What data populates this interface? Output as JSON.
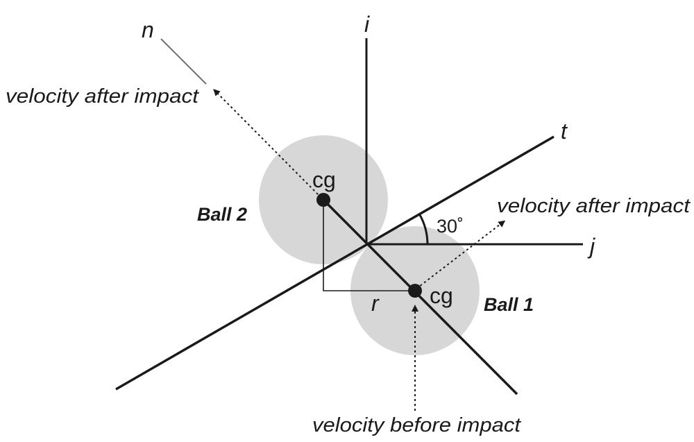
{
  "axes": {
    "i": "i",
    "j": "j",
    "t": "t",
    "n": "n"
  },
  "labels": {
    "velocity_after_impact_ball2": "velocity after impact",
    "velocity_after_impact_ball1": "velocity after impact",
    "velocity_before_impact": "velocity before impact",
    "ball1": "Ball 1",
    "ball2": "Ball 2",
    "cg_ball1": "cg",
    "cg_ball2": "cg",
    "r": "r",
    "angle": "30˚"
  },
  "colors": {
    "ball_fill": "#d7d7d7",
    "line": "#1a1a1a",
    "n_axis_thin": "#6f6f6f"
  }
}
